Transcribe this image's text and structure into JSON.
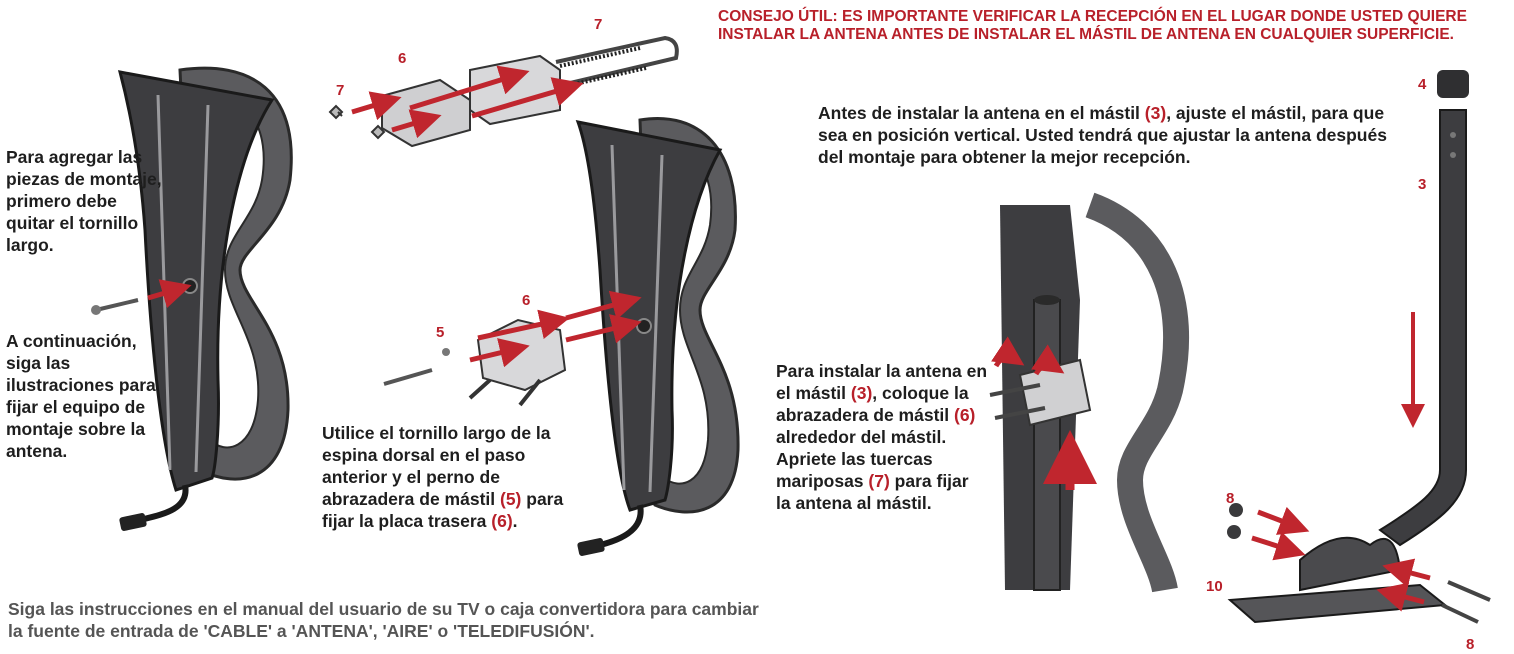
{
  "tip": {
    "label": "CONSEJO ÚTIL:",
    "text": "ES IMPORTANTE VERIFICAR LA RECEPCIÓN EN EL LUGAR DONDE USTED QUIERE INSTALAR LA ANTENA  ANTES DE INSTALAR EL MÁSTIL DE ANTENA EN CUALQUIER SUPERFICIE."
  },
  "left": {
    "intro": "Para agregar las piezas de montaje, primero debe quitar el tornillo largo.",
    "next": "A continuación, siga las ilustraciones para fijar el equipo de montaje sobre la antena."
  },
  "middle": {
    "caption_a": "Utilice el tornillo largo de la espina dorsal en el paso anterior y el perno de abrazadera de mástil ",
    "ref5": "(5)",
    "caption_b": " para fijar la placa trasera ",
    "ref6": "(6)",
    "caption_c": "."
  },
  "mast_note": {
    "a": "Antes de instalar la antena en el mástil ",
    "ref3": "(3)",
    "b": ", ajuste el mástil, para que sea en posición vertical. Usted tendrá que ajustar la antena después del montaje para obtener la mejor recepción."
  },
  "install": {
    "a": "Para instalar la antena en el mástil ",
    "ref3": "(3)",
    "b": ", coloque la abrazadera de mástil ",
    "ref6": "(6)",
    "c": " alrededor del mástil. Apriete las tuercas mariposas ",
    "ref7": "(7)",
    "d": " para fijar la antena al mástil."
  },
  "footer": "Siga las instrucciones en el manual del usuario de su TV o caja convertidora para cambiar la fuente de entrada de 'CABLE' a 'ANTENA', 'AIRE' o 'TELEDIFUSIÓN'.",
  "callouts": {
    "n7_top": "7",
    "n6_top": "6",
    "n7_left": "7",
    "n6_mid": "6",
    "n5_mid": "5",
    "n4": "4",
    "n3": "3",
    "n8_left": "8",
    "n10": "10",
    "n8_bottom": "8"
  },
  "colors": {
    "accent_red": "#b8202a",
    "antenna_dark": "#3a3a3c",
    "antenna_mid": "#6b6b6e"
  }
}
